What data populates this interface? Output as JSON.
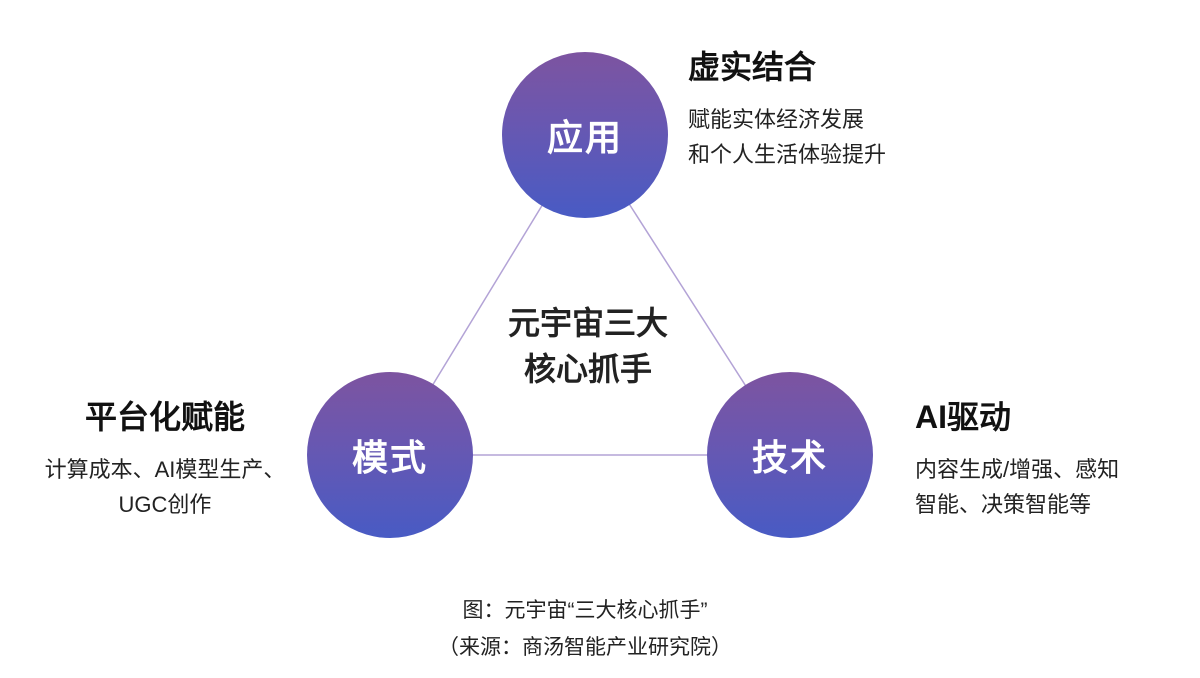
{
  "title": "元宇宙三大核心抓手",
  "colors": {
    "circle_gradient_top": "#7d54a0",
    "circle_gradient_bottom": "#485bc4",
    "connector_line": "#b3a3d6",
    "circle_text": "#ffffff",
    "heading_text": "#111111",
    "body_text": "#222222",
    "background": "#ffffff"
  },
  "center": {
    "line1": "元宇宙三大",
    "line2": "核心抓手"
  },
  "nodes": {
    "application": {
      "circle_label": "应用",
      "heading": "虚实结合",
      "desc_line1": "赋能实体经济发展",
      "desc_line2": "和个人生活体验提升"
    },
    "mode": {
      "circle_label": "模式",
      "heading": "平台化赋能",
      "desc_line1": "计算成本、AI模型生产、",
      "desc_line2": "UGC创作"
    },
    "technology": {
      "circle_label": "技术",
      "heading": "AI驱动",
      "desc_line1": "内容生成/增强、感知",
      "desc_line2": "智能、决策智能等"
    }
  },
  "caption": {
    "line1": "图：元宇宙“三大核心抓手”",
    "line2": "（来源：商汤智能产业研究院）"
  }
}
